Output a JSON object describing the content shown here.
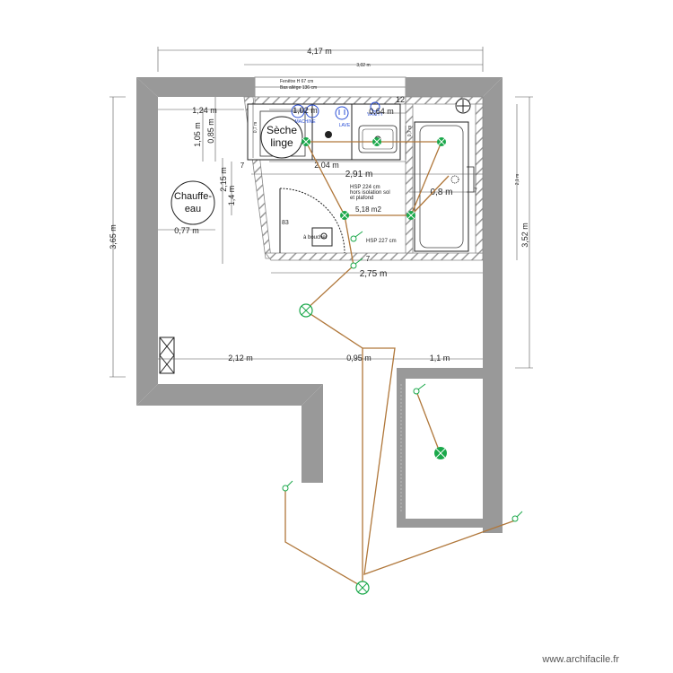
{
  "dimensions": {
    "total_width": "4,17 m",
    "window_span": "3,02 m",
    "left_room_width": "1,24 m",
    "sink_width": "1,02 m",
    "vanity_width": "0,64 m",
    "count_12": "12",
    "dryer_depth_a": "1,05 m",
    "dryer_depth_b": "0,85 m",
    "small_07_a": "0,7 m",
    "small_07_b": "0,7 m",
    "width_2_15": "2,15 m",
    "width_2_04": "2,04 m",
    "width_2_91": "2,91 m",
    "width_1_4": "1,4 m",
    "heater_width": "0,77 m",
    "shower_width": "0,8 m",
    "shower_len": "2,1 m",
    "left_height": "3,65 m",
    "right_height": "3,52 m",
    "door_span": "2,75 m",
    "bottom_left": "2,12 m",
    "bottom_mid": "0,95 m",
    "bottom_right": "1,1 m",
    "seven_a": "7",
    "seven_b": "7",
    "seven_c": "7",
    "num_83": "83"
  },
  "labels": {
    "window_line1": "Fenêtre H 67 cm",
    "window_line2": "Bas allège 136 cm",
    "dryer_line1": "Sèche",
    "dryer_line2": "linge",
    "heater_line1": "Chauffe-",
    "heater_line2": "eau",
    "machine": "MACHINE",
    "lave": "LAVE",
    "vanity": "VANITY",
    "hsp_line1": "HSP 224 cm",
    "hsp_line2": "hors isolation sol",
    "hsp_line3": "et plafond",
    "area": "5,18 m2",
    "hsp2": "HSP 227 cm",
    "plug": "à boucher"
  },
  "footer": "www.archifacile.fr",
  "colors": {
    "wall": "#999999",
    "wire": "#b0773a",
    "light_green": "#1aa84a",
    "symbol": "#2b4fd6"
  }
}
